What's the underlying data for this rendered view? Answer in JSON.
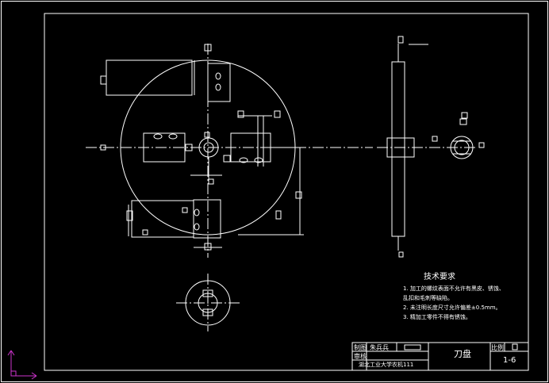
{
  "drawing": {
    "background": "#000000",
    "line_color": "#ffffff",
    "ucs_color": "#cc33cc"
  },
  "notes": {
    "title": "技术要求",
    "items": [
      "1. 加工的螺纹表面不允许有黑皮、锈蚀、",
      "乱扣和毛刺等缺陷。",
      "2. 未注明长度尺寸允许偏差±0.5mm。",
      "3. 精加工零件不得有锈蚀。"
    ]
  },
  "title_block": {
    "drawn_label": "制图",
    "drawn_name": "朱兵兵",
    "check_label": "审核",
    "school": "湖北工业大学农机111",
    "part_name": "刀盘",
    "scale_label": "比例",
    "drawing_number": "1-6"
  }
}
